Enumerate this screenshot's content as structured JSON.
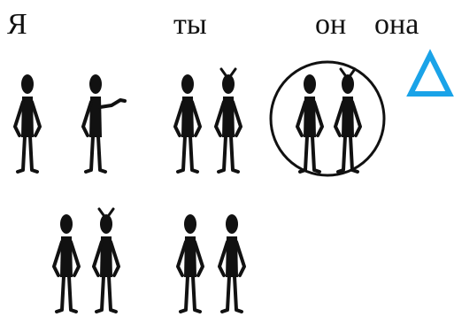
{
  "words": {
    "ya": "Я",
    "ty": "ты",
    "on": "он",
    "ona": "она"
  },
  "colors": {
    "ink": "#111111",
    "triangle": "#1aa3e8",
    "background": "#ffffff"
  },
  "icons": {
    "figure": "stick-person-icon",
    "figure_antennae": "stick-person-with-antennae-icon",
    "pointing": "stick-person-pointing-icon",
    "circle": "circle-outline",
    "triangle": "triangle-outline-icon"
  }
}
